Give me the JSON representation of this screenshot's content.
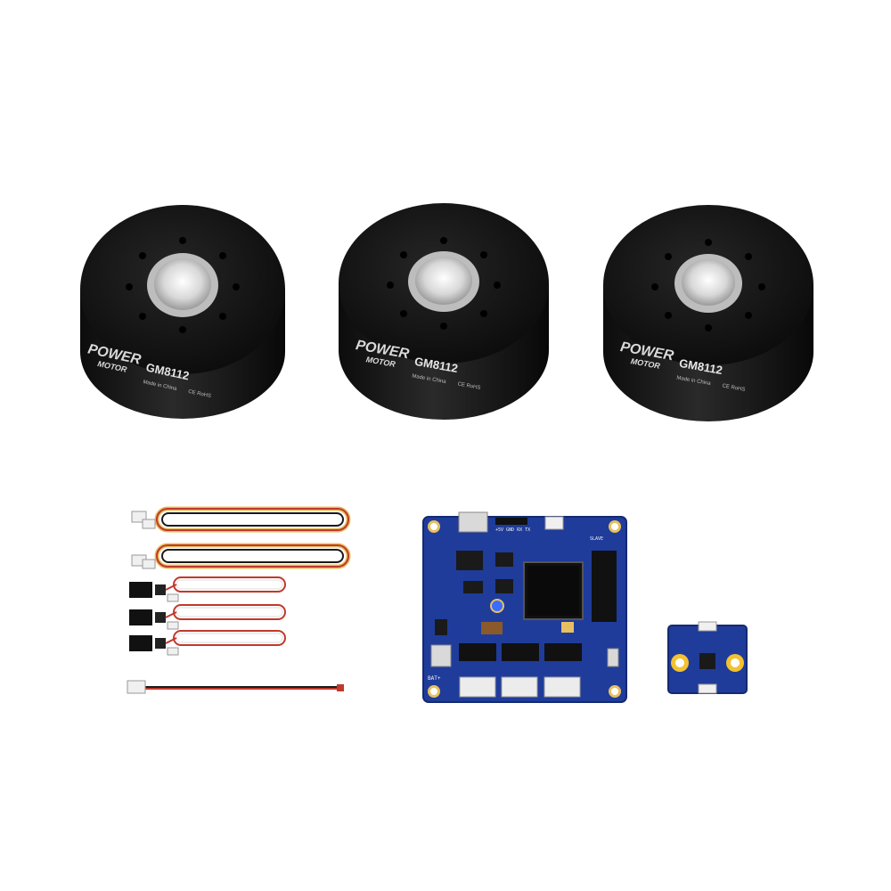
{
  "product": {
    "motors": [
      {
        "brand": "POWER",
        "brand_sub": "MOTOR",
        "model": "GM8112",
        "origin": "Made in China",
        "marks": "CE RoHS"
      },
      {
        "brand": "POWER",
        "brand_sub": "MOTOR",
        "model": "GM8112",
        "origin": "Made in China",
        "marks": "CE RoHS"
      },
      {
        "brand": "POWER",
        "brand_sub": "MOTOR",
        "model": "GM8112",
        "origin": "Made in China",
        "marks": "CE RoHS"
      }
    ],
    "board": {
      "header_label": "+5V GND RX TX",
      "side_label": "SLAVE",
      "bat_label": "BAT+"
    }
  },
  "colors": {
    "background": "#ffffff",
    "motor_body": "#141414",
    "motor_hub": "#e8e8e8",
    "pcb_blue": "#1f3c9a",
    "cable_red": "#c0392b",
    "cable_black": "#1a1a1a",
    "cable_sleeve": "#e8c060",
    "connector_white": "#f0f0f0",
    "gold_pad": "#f2c230"
  },
  "icons": [
    "motor",
    "wire-harness",
    "controller-board",
    "sensor-board"
  ]
}
